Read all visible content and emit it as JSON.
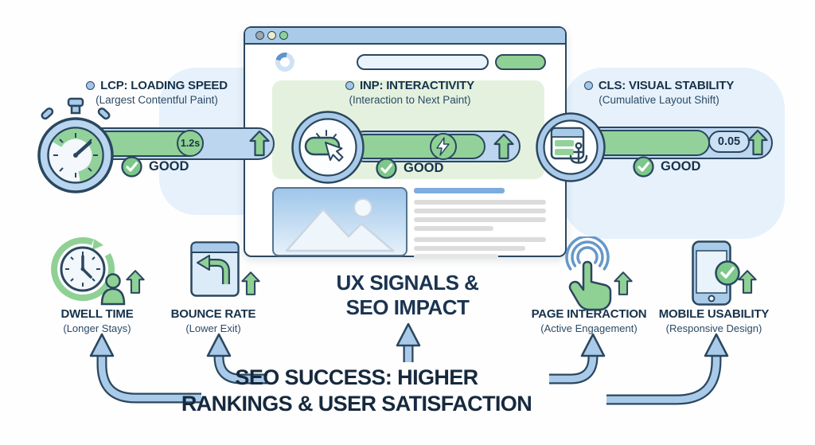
{
  "colors": {
    "outline_navy": "#2b475f",
    "heading_text": "#17324b",
    "footer_text": "#16293e",
    "blue_fill": "#a9cbe9",
    "track_blue": "#bdd6f0",
    "pale_blue_blob": "#e6f1fb",
    "green_fill": "#92d29a",
    "green_button": "#8fd194",
    "good_green": "#7cc88a",
    "pale_green_panel": "#e4f1de"
  },
  "browser_window": {
    "traffic_lights": [
      "grey",
      "cream",
      "green"
    ],
    "address_bar_value": "",
    "action_button_label": ""
  },
  "metrics": [
    {
      "icon": "stopwatch-icon",
      "title": "LCP: LOADING SPEED",
      "subtitle": "(Largest Contentful Paint)",
      "value_badge": "1.2s",
      "status": "GOOD",
      "trend_icon": "up-arrow-icon"
    },
    {
      "icon": "cursor-click-icon",
      "title": "INP: INTERACTIVITY",
      "subtitle": "(Interaction to Next Paint)",
      "badge_icon": "lightning-icon",
      "status": "GOOD",
      "trend_icon": "up-arrow-icon"
    },
    {
      "icon": "anchor-window-icon",
      "title": "CLS: VISUAL STABILITY",
      "subtitle": "(Cumulative Layout Shift)",
      "value_badge": "0.05",
      "status": "GOOD",
      "trend_icon": "up-arrow-icon"
    }
  ],
  "signals": [
    {
      "icon": "clock-user-icon",
      "label": "DWELL TIME",
      "sublabel": "(Longer Stays)"
    },
    {
      "icon": "return-window-icon",
      "label": "BOUNCE RATE",
      "sublabel": "(Lower Exit)"
    },
    {
      "icon": "tap-hand-icon",
      "label": "PAGE INTERACTION",
      "sublabel": "(Active Engagement)"
    },
    {
      "icon": "phone-check-icon",
      "label": "MOBILE USABILITY",
      "sublabel": "(Responsive Design)"
    }
  ],
  "center_heading": {
    "line1": "UX SIGNALS &",
    "line2": "SEO IMPACT"
  },
  "footer_heading": {
    "line1": "SEO SUCCESS: HIGHER",
    "line2": "RANKINGS & USER SATISFACTION"
  }
}
